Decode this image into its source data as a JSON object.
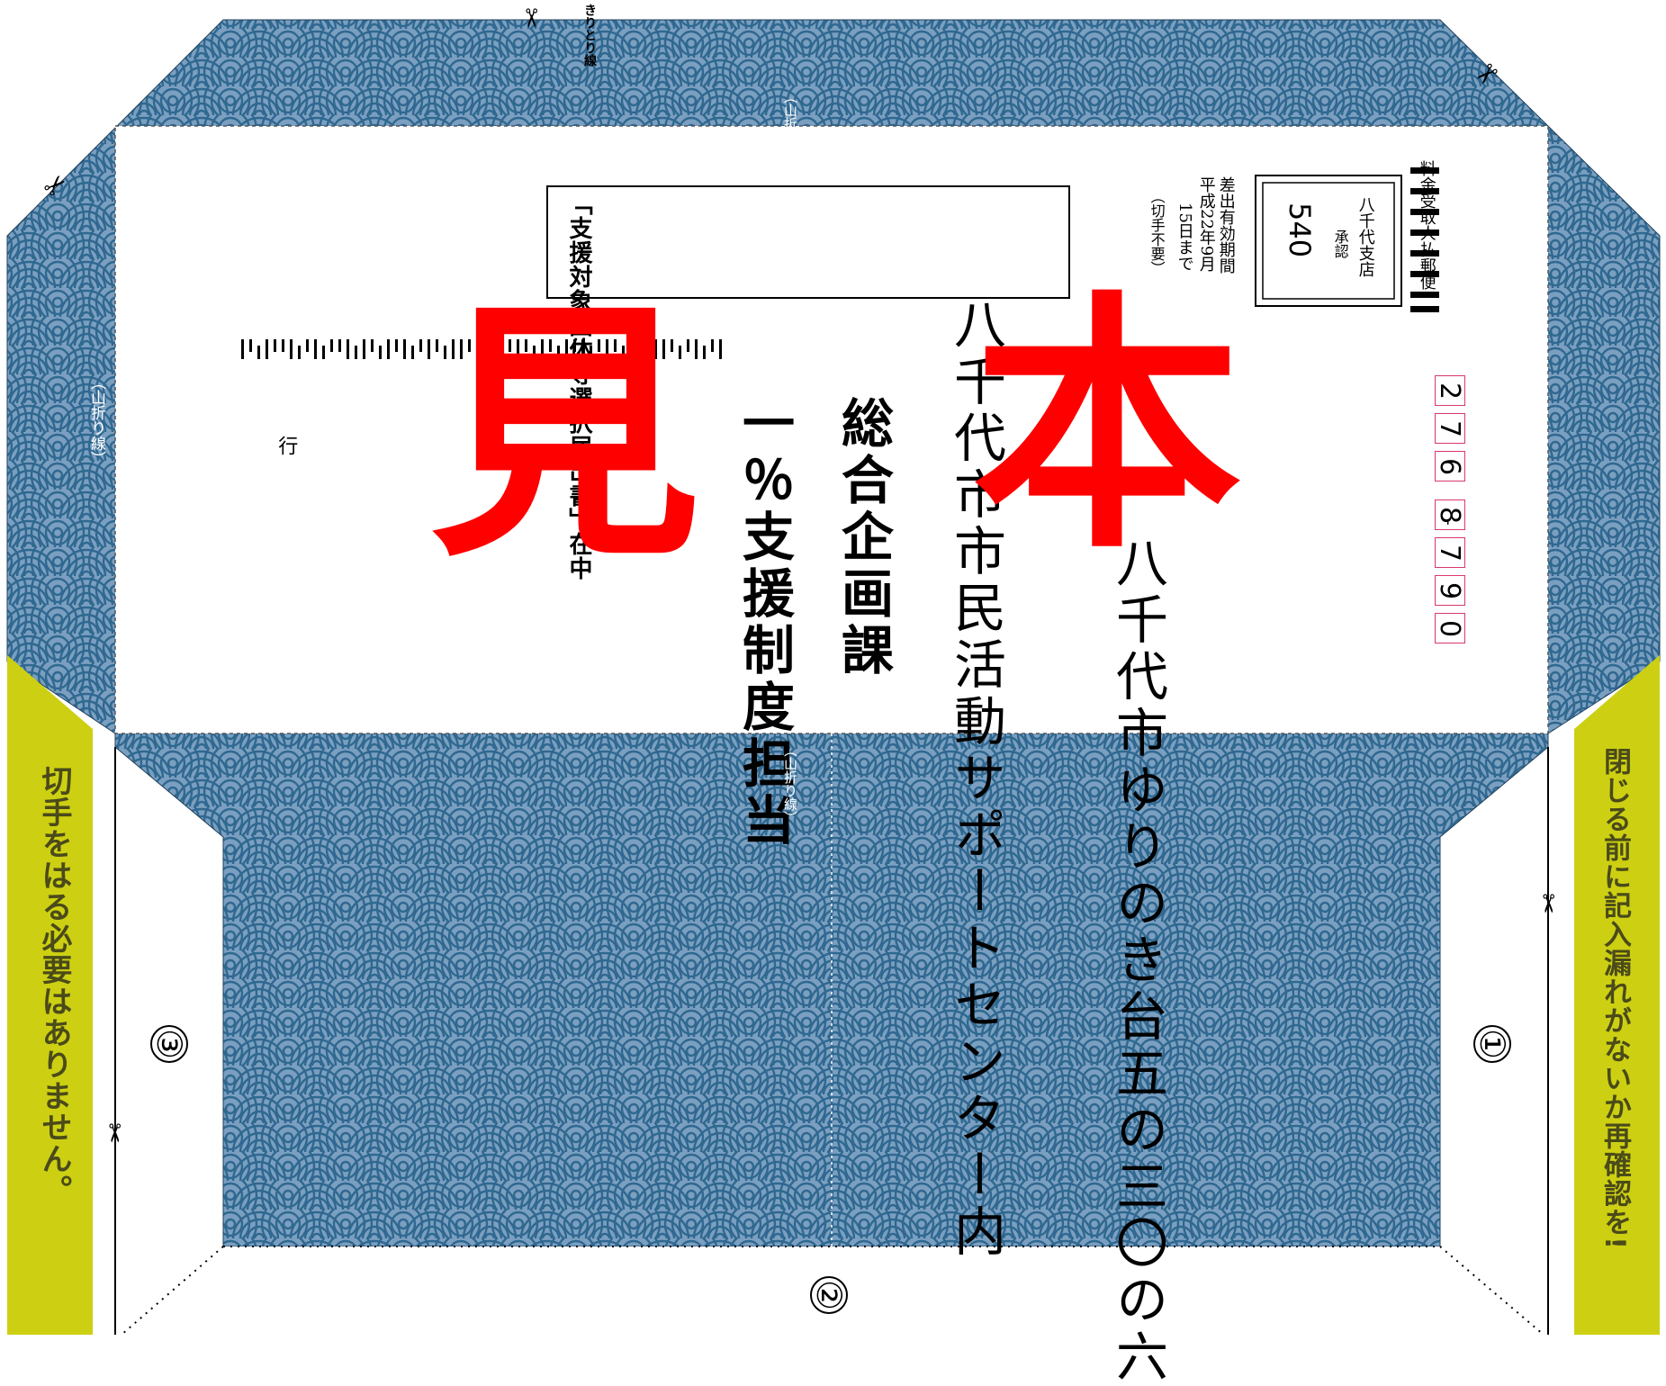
{
  "colors": {
    "wave_bg": "#7b9fc0",
    "wave_line": "#2f6890",
    "tab": "#cdd012",
    "tab_text": "#4a4a1a",
    "stamp": "#ff0000",
    "zip_border": "#d9386e"
  },
  "address": {
    "line1": "八千代市ゆりのき台五の三〇の六",
    "line2": "八千代市市民活動サポートセンター内"
  },
  "recipient": {
    "line1": "総合企画課",
    "line2": "一％支援制度担当",
    "suffix": "行"
  },
  "subject_box": "「支援対象団体等選択届出書」在中",
  "postage": {
    "header": "料金受取人払郵便",
    "office": "八千代支店",
    "approval": "承認",
    "number": "540",
    "valid_title": "差出有効期間",
    "valid_until": "平成22年9月",
    "valid_date": "15日まで",
    "no_stamp": "（切手不要）"
  },
  "zip_digits": [
    "2",
    "7",
    "6",
    "8",
    "7",
    "9",
    "0"
  ],
  "zip_hyphen": "-",
  "fold_label": "（山折り線）",
  "cut_label": "きりとり線",
  "scissors_glyph": "✂",
  "markers": {
    "one": "①",
    "two": "②",
    "three": "③"
  },
  "left_tab_text": "切手をはる必要はありません。",
  "right_tab_text": "閉じる前に記入漏れがないか再確認を!",
  "watermark": {
    "first": "見",
    "second": "本"
  }
}
